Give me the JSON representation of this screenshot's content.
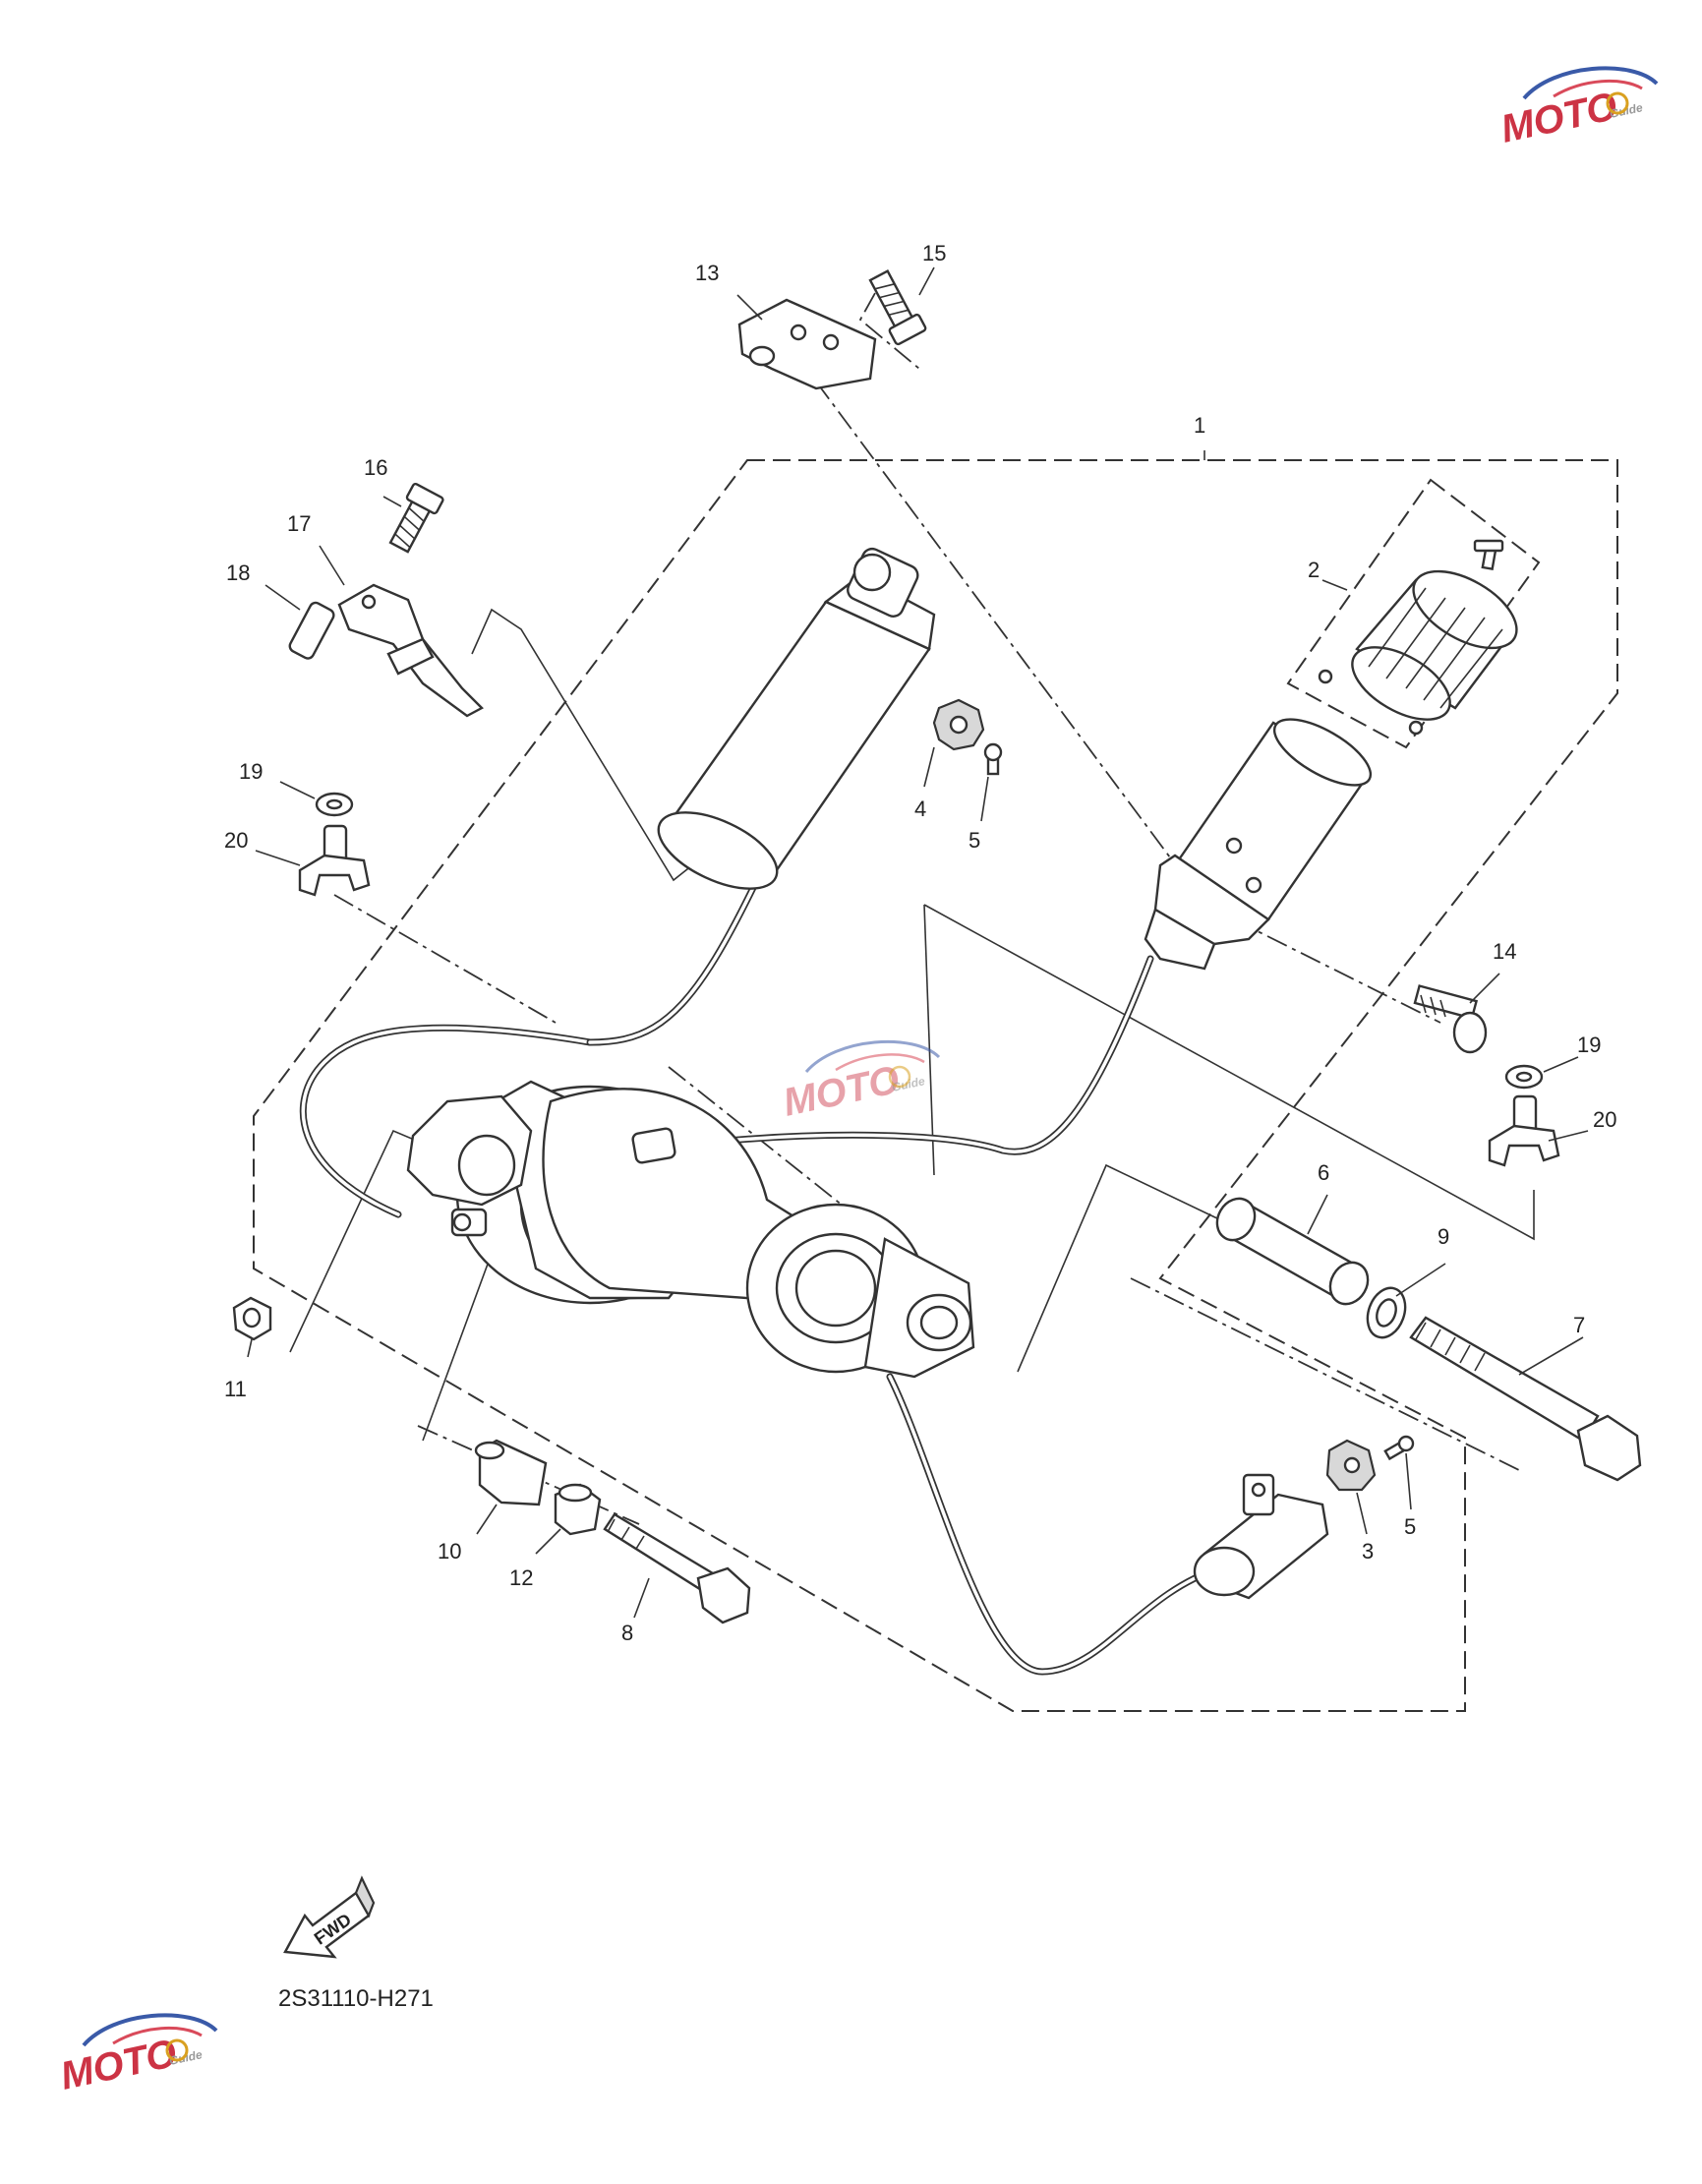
{
  "diagram_code": "2S31110-H271",
  "fwd_label": "FWD",
  "watermark": {
    "brand": "MOTO",
    "tagline": "Guide",
    "accent": "#3a5aa8",
    "accent2": "#d94a5a"
  },
  "callouts": [
    {
      "id": "c1",
      "text": "1"
    },
    {
      "id": "c2",
      "text": "2"
    },
    {
      "id": "c3",
      "text": "3"
    },
    {
      "id": "c4",
      "text": "4"
    },
    {
      "id": "c5a",
      "text": "5"
    },
    {
      "id": "c5b",
      "text": "5"
    },
    {
      "id": "c6",
      "text": "6"
    },
    {
      "id": "c7",
      "text": "7"
    },
    {
      "id": "c8",
      "text": "8"
    },
    {
      "id": "c9",
      "text": "9"
    },
    {
      "id": "c10",
      "text": "10"
    },
    {
      "id": "c11",
      "text": "11"
    },
    {
      "id": "c12",
      "text": "12"
    },
    {
      "id": "c13",
      "text": "13"
    },
    {
      "id": "c14",
      "text": "14"
    },
    {
      "id": "c15",
      "text": "15"
    },
    {
      "id": "c16",
      "text": "16"
    },
    {
      "id": "c17",
      "text": "17"
    },
    {
      "id": "c18",
      "text": "18"
    },
    {
      "id": "c19a",
      "text": "19"
    },
    {
      "id": "c19b",
      "text": "19"
    },
    {
      "id": "c20a",
      "text": "20"
    },
    {
      "id": "c20b",
      "text": "20"
    }
  ]
}
